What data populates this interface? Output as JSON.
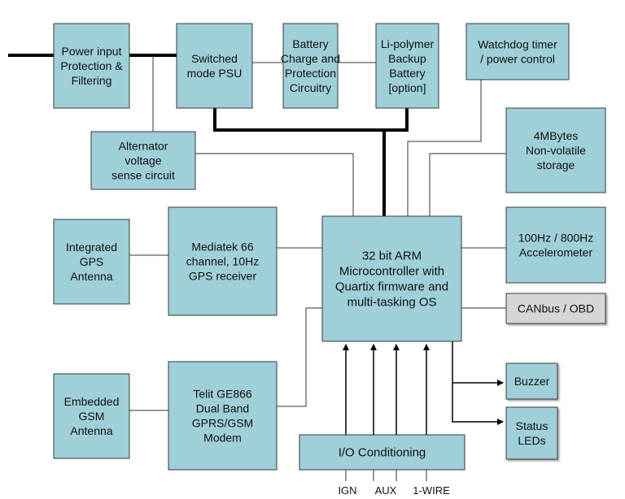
{
  "blocks": {
    "power_input": [
      "Power input",
      "Protection &",
      "Filtering"
    ],
    "psu": [
      "Switched",
      "mode PSU"
    ],
    "battery_charge": [
      "Battery",
      "Charge and",
      "Protection",
      "Circuitry"
    ],
    "backup_battery": [
      "Li-polymer",
      "Backup",
      "Battery",
      "[option]"
    ],
    "watchdog": [
      "Watchdog timer",
      "/ power control"
    ],
    "alternator": [
      "Alternator",
      "voltage",
      "sense circuit"
    ],
    "storage": [
      "4MBytes",
      "Non-volatile",
      "storage"
    ],
    "gps_antenna": [
      "Integrated",
      "GPS",
      "Antenna"
    ],
    "gps_receiver": [
      "Mediatek 66",
      "channel, 10Hz",
      "GPS receiver"
    ],
    "mcu": [
      "32 bit ARM",
      "Microcontroller with",
      "Quartix firmware and",
      "multi-tasking OS"
    ],
    "accelerometer": [
      "100Hz / 800Hz",
      "Accelerometer"
    ],
    "canbus": [
      "CANbus / OBD"
    ],
    "buzzer": [
      "Buzzer"
    ],
    "status_leds": [
      "Status",
      "LEDs"
    ],
    "gsm_antenna": [
      "Embedded",
      "GSM",
      "Antenna"
    ],
    "modem": [
      "Telit GE866",
      "Dual Band",
      "GPRS/GSM",
      "Modem"
    ],
    "io_conditioning": [
      "I/O Conditioning"
    ]
  },
  "io_inputs": [
    "IGN",
    "AUX",
    "1-WIRE"
  ]
}
